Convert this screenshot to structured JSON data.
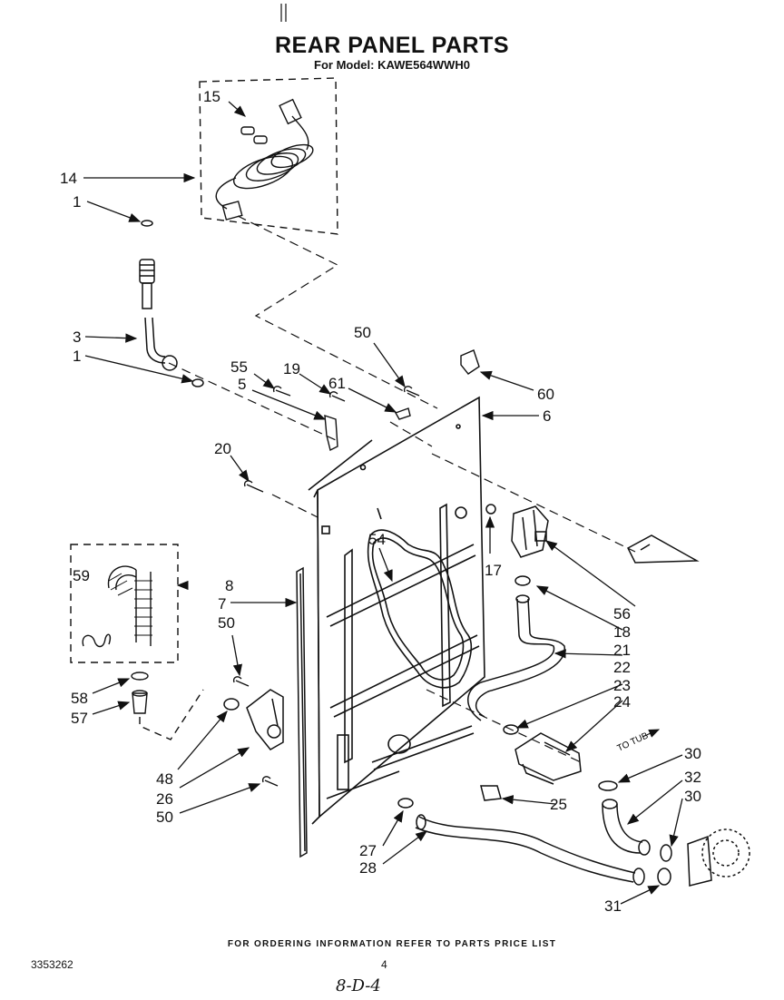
{
  "title": "REAR PANEL PARTS",
  "subtitle": "For Model: KAWE564WWH0",
  "callouts": {
    "c1a": "1",
    "c1b": "1",
    "c3": "3",
    "c5": "5",
    "c6": "6",
    "c7": "7",
    "c8": "8",
    "c14": "14",
    "c15": "15",
    "c17": "17",
    "c18": "18",
    "c19": "19",
    "c20": "20",
    "c21": "21",
    "c22": "22",
    "c23": "23",
    "c24": "24",
    "c25": "25",
    "c26": "26",
    "c27": "27",
    "c28": "28",
    "c30a": "30",
    "c30b": "30",
    "c31": "31",
    "c32": "32",
    "c48": "48",
    "c50a": "50",
    "c50b": "50",
    "c50c": "50",
    "c54": "54",
    "c55": "55",
    "c56": "56",
    "c57": "57",
    "c58": "58",
    "c59": "59",
    "c60": "60",
    "c61": "61",
    "to_tub": "TO TUB"
  },
  "footer_note": "FOR ORDERING INFORMATION REFER TO PARTS PRICE LIST",
  "doc_number": "3353262",
  "page_number": "4",
  "handwritten_note": "8-D-4"
}
